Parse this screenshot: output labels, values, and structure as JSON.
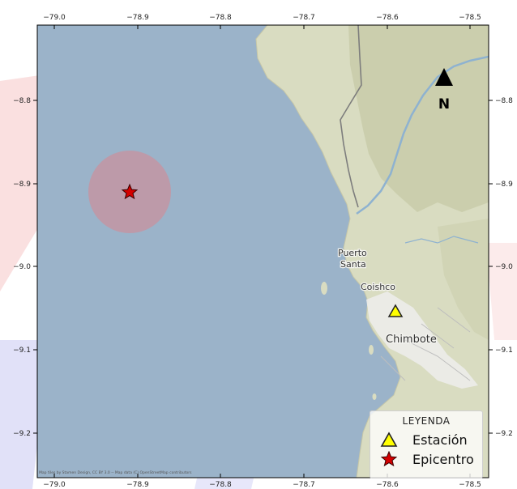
{
  "map": {
    "axes": {
      "x_ticks": [
        "−79.0",
        "−78.9",
        "−78.8",
        "−78.7",
        "−78.6",
        "−78.5"
      ],
      "y_ticks": [
        "−8.8",
        "−8.9",
        "−9.0",
        "−9.1",
        "−9.2"
      ]
    },
    "north": {
      "label": "N",
      "icon": "north-arrow-icon"
    },
    "places": {
      "puerto_santa_1": "Puerto",
      "puerto_santa_2": "Santa",
      "coishco": "Coishco",
      "chimbote": "Chimbote"
    },
    "markers": {
      "epicenter": {
        "lon": -78.91,
        "lat": -8.91,
        "icon": "red-star-icon",
        "color": "#d40000"
      },
      "station": {
        "lon": -78.593,
        "lat": -9.055,
        "icon": "yellow-triangle-icon",
        "color": "#ffff00"
      }
    },
    "colors": {
      "sea": "#9bb3c9",
      "land": "#d9dcc1",
      "buffer": "#c8929e"
    },
    "attribution": "Map tiles by Stamen Design, CC BY 3.0 -- Map data (C) OpenStreetMap contributors"
  },
  "legend": {
    "title": "LEYENDA",
    "items": [
      {
        "label": "Estación",
        "icon": "yellow-triangle-icon"
      },
      {
        "label": "Epicentro",
        "icon": "red-star-icon"
      }
    ]
  }
}
